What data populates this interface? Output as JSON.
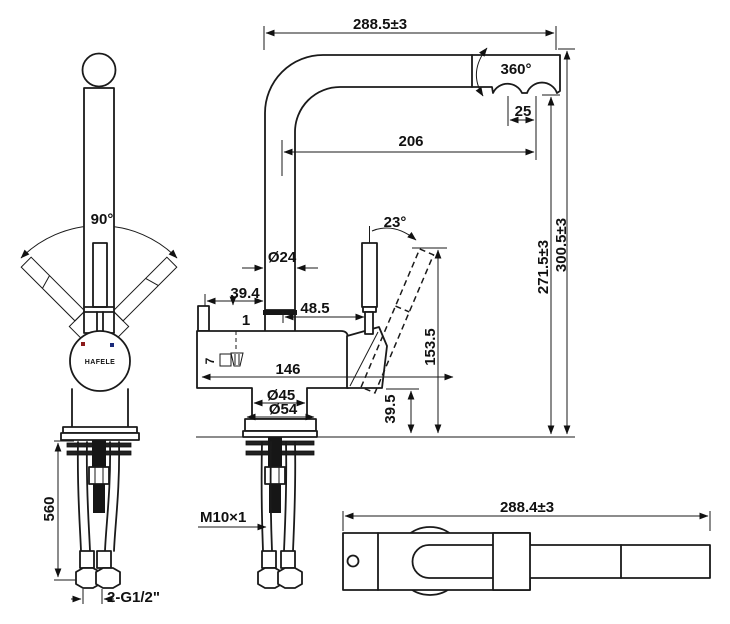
{
  "drawing": {
    "brand": "HAFELE",
    "dims": {
      "top_width": "288.5±3",
      "swivel_angle": "360°",
      "aerator_offset": "25",
      "spout_reach": "206",
      "handle_swing": "90°",
      "spout_diameter": "Ø24",
      "handle_tilt": "23°",
      "port_offset": "39.4",
      "port_step": "1",
      "handle_offset": "48.5",
      "port_height": "7",
      "body_length": "146",
      "handle_height": "153.5",
      "outlet_height": "271.5±3",
      "total_height": "300.5±3",
      "body_diameter": "Ø45",
      "base_diameter": "Ø54",
      "base_height": "39.5",
      "hose_length": "560",
      "stud_thread": "M10×1",
      "hose_thread": "2-G1/2\"",
      "plan_width": "288.4±3"
    }
  }
}
